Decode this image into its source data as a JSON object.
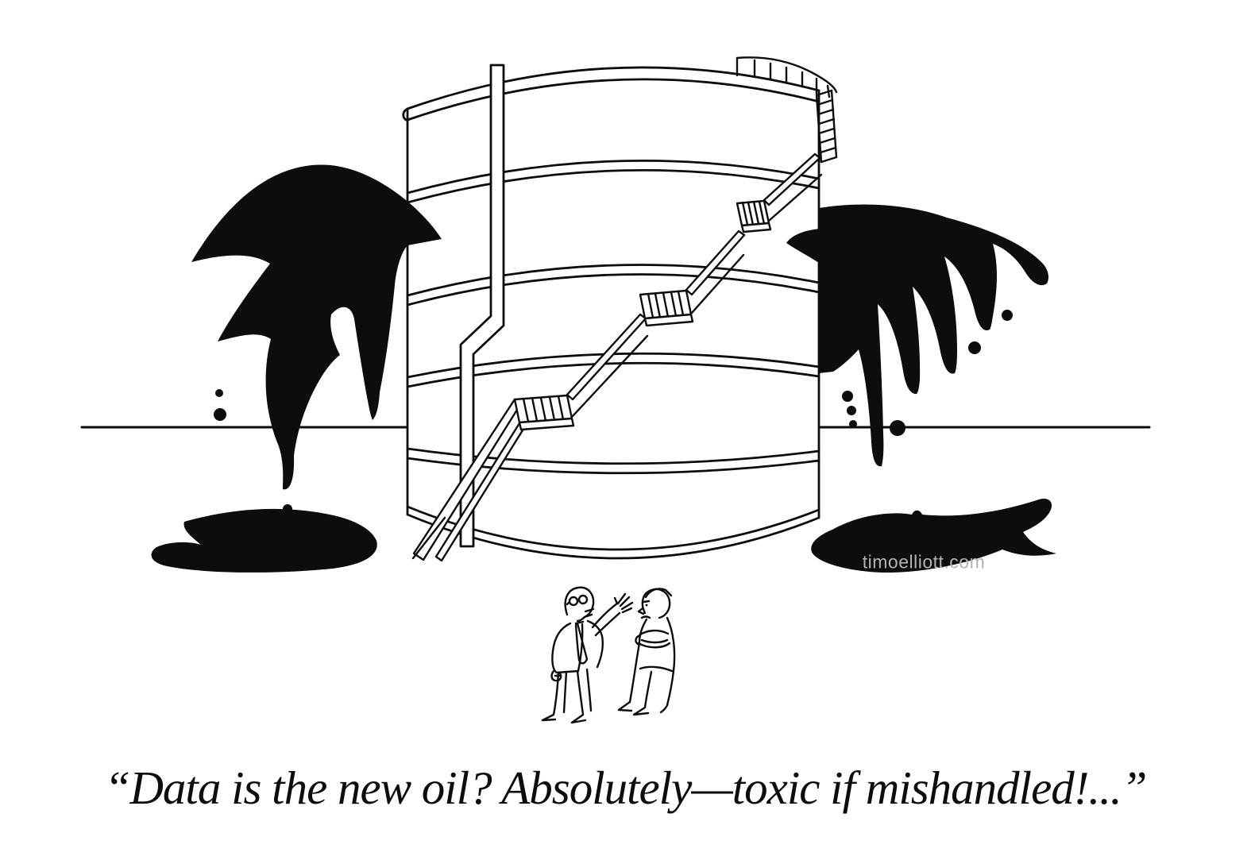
{
  "cartoon": {
    "caption": "“Data is the new oil? Absolutely—toxic if mishandled!...”",
    "watermark": "timoelliott.com",
    "colors": {
      "ink": "#0d0d0d",
      "background": "#ffffff",
      "watermark_text": "#b3b3b3"
    },
    "scene_elements": {
      "tank": "cylindrical oil storage tank with horizontal seam bands",
      "staircase": "zig-zag external stairs with landings and top railing",
      "pipe": "vertical standpipe with jog",
      "left_splash": "oil splash bursting from left side of tank",
      "right_splash": "oil splash bursting from right side of tank",
      "left_puddle": "oil puddle on ground left",
      "right_puddle": "oil puddle on ground right",
      "speaker": "man with glasses and tie gesturing at tank",
      "listener": "man with crossed arms frowning"
    }
  }
}
